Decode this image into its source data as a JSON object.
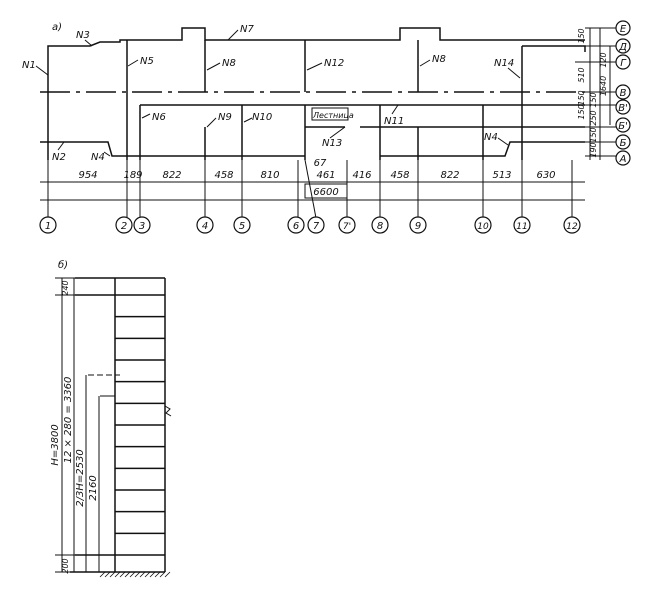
{
  "plan": {
    "label": "а)",
    "nodes": [
      "N1",
      "N2",
      "N3",
      "N4",
      "N5",
      "N6",
      "N7",
      "N8",
      "N9",
      "N10",
      "N11",
      "N12",
      "N13",
      "N8",
      "N14",
      "N4"
    ],
    "stair_label": "Лестница",
    "dim_top": [
      "954",
      "189",
      "822",
      "458",
      "810",
      "461",
      "416",
      "458",
      "822",
      "513",
      "630"
    ],
    "dim_67": "67",
    "dim_total": "6600",
    "axes_bottom": [
      "1",
      "2",
      "3",
      "4",
      "5",
      "6",
      "7",
      "7'",
      "8",
      "9",
      "10",
      "11",
      "12"
    ],
    "axes_right": [
      "Е",
      "Д",
      "Г",
      "В",
      "В'",
      "Б'",
      "Б",
      "А"
    ],
    "dim_right_inner": [
      "150",
      "510",
      "150",
      "150",
      "150",
      "250",
      "150",
      "190"
    ],
    "dim_right_outer": [
      "120",
      "1640"
    ]
  },
  "section": {
    "label": "б)",
    "dim_top": "240",
    "dim_bottom": "200",
    "dim_H": "H=3800",
    "dim_steps": "12 × 280 = 3360",
    "dim_23": "2/3H=2530",
    "dim_2160": "2160"
  }
}
